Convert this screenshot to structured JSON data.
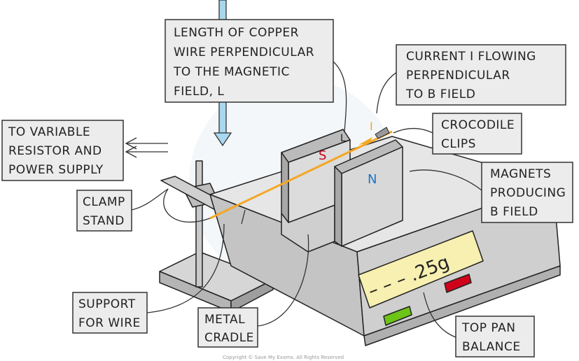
{
  "labels": {
    "wire_length": [
      "LENGTH OF COPPER",
      "WIRE PERPENDICULAR",
      "TO THE MAGNETIC",
      "FIELD, L"
    ],
    "current": [
      "CURRENT I FLOWING",
      "PERPENDICULAR",
      "TO B FIELD"
    ],
    "crocodile": [
      "CROCODILE",
      "CLIPS"
    ],
    "magnets": [
      "MAGNETS",
      "PRODUCING",
      "B FIELD"
    ],
    "power": [
      "TO VARIABLE",
      "RESISTOR AND",
      "POWER SUPPLY"
    ],
    "clamp": [
      "CLAMP",
      "STAND"
    ],
    "support": [
      "SUPPORT",
      "FOR WIRE"
    ],
    "cradle": [
      "METAL",
      "CRADLE"
    ],
    "balance": [
      "TOP PAN",
      "BALANCE"
    ]
  },
  "diagram_marks": {
    "south_pole": "S",
    "north_pole": "N",
    "length_symbol": "L",
    "current_symbol": "I",
    "display_reading": "– – – .25g"
  },
  "colors": {
    "wire": "#f5a623",
    "field_arrow": "#a8d8f0",
    "display": "#f7f0b0",
    "green_button": "#6cc417",
    "red_button": "#d0021b",
    "south_label": "#d0021b",
    "north_label": "#1a73c9"
  },
  "copyright": "Copyright © Save My Exams. All Rights Reserved"
}
